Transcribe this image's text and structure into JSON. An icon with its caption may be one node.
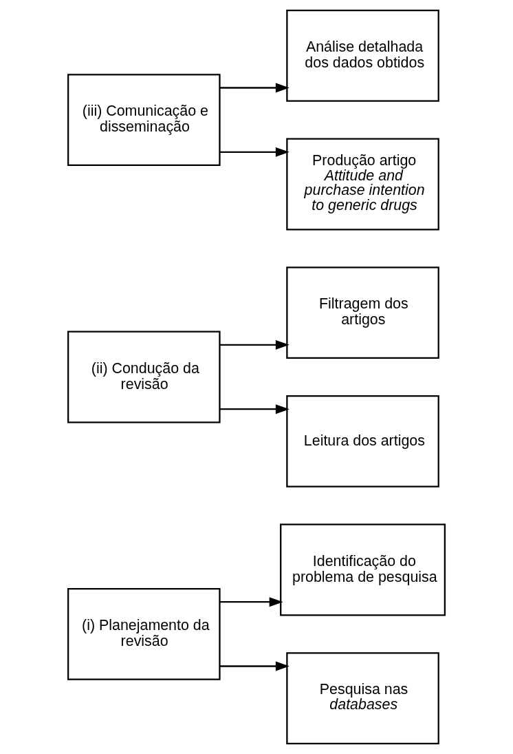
{
  "diagram": {
    "nodes": [
      {
        "text": [
          "(i) Planejamento da revisão"
        ]
      },
      {
        "text": [
          "Identificação do problema de pesquisa"
        ]
      },
      {
        "text": [
          "Pesquisa nas *databases*"
        ]
      },
      {
        "text": [
          "(ii) Condução da revisão"
        ]
      },
      {
        "text": [
          "Filtragem dos artigos"
        ]
      },
      {
        "text": [
          "Leitura dos artigos"
        ]
      },
      {
        "text": [
          "(iii) Comunicação e disseminação"
        ]
      },
      {
        "text": [
          "Análise detalhada dos dados obtidos"
        ]
      },
      {
        "text": [
          "Produção artigo *Attitude and purchase intention to generic drugs*"
        ]
      }
    ],
    "edges": [
      {
        "from": 0,
        "to": 1,
        "arrow": "to"
      },
      {
        "from": 0,
        "to": 2,
        "arrow": "to"
      },
      {
        "from": 3,
        "to": 4,
        "arrow": "to"
      },
      {
        "from": 3,
        "to": 5,
        "arrow": "to"
      },
      {
        "from": 6,
        "to": 7,
        "arrow": "to"
      },
      {
        "from": 6,
        "to": 8,
        "arrow": "to"
      }
    ]
  }
}
